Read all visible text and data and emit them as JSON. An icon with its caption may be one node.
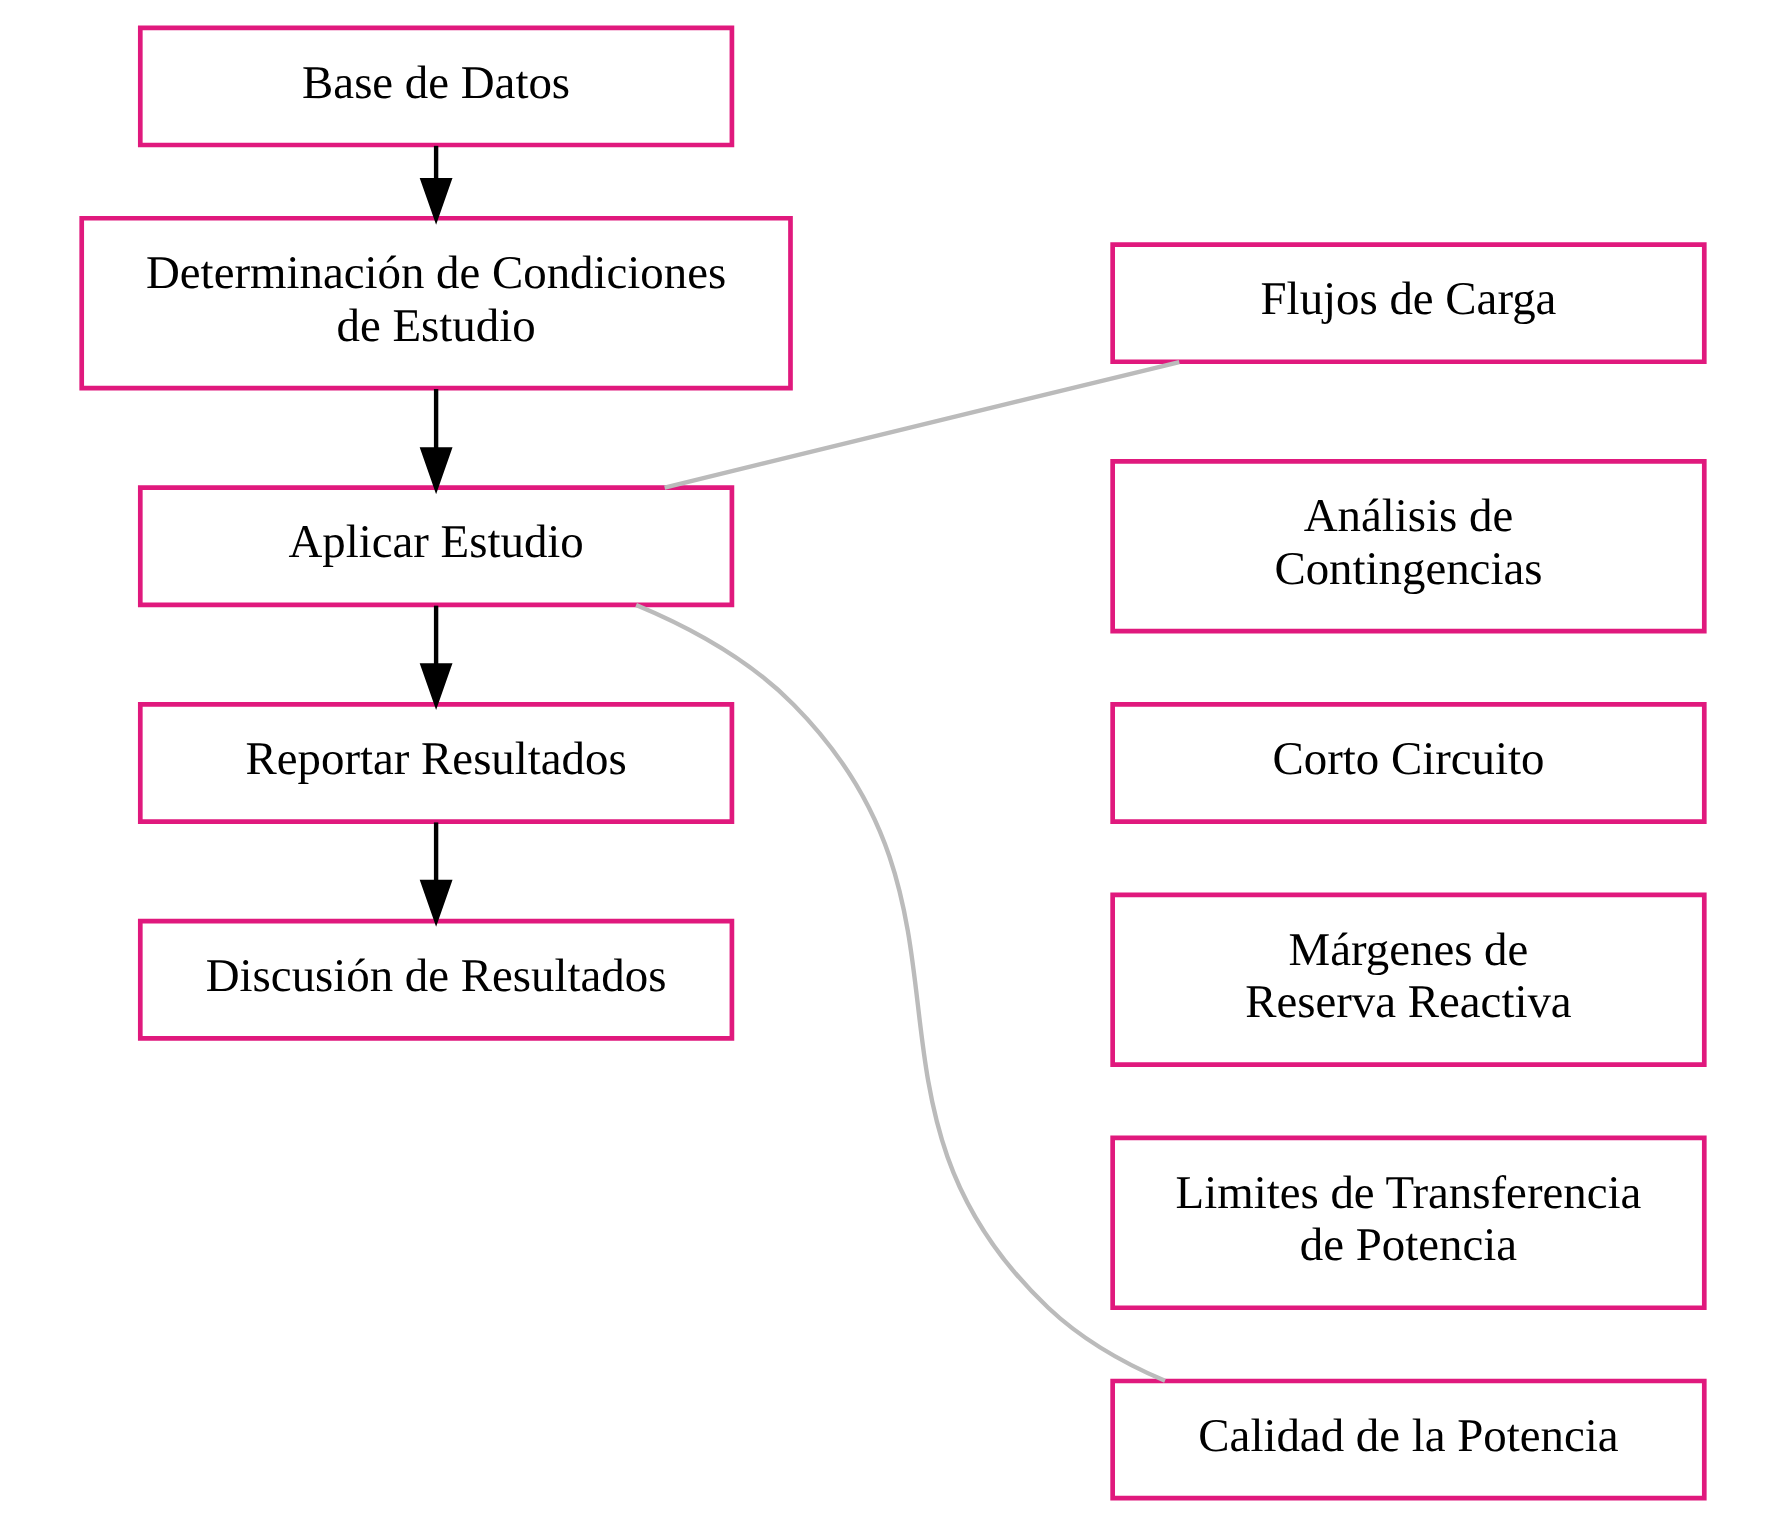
{
  "diagram": {
    "nodes": [
      {
        "text": [
          "Base de Datos"
        ]
      },
      {
        "text": [
          "Determinación de Condiciones de Estudio"
        ]
      },
      {
        "text": [
          "Aplicar Estudio"
        ]
      },
      {
        "text": [
          "Reportar Resultados"
        ]
      },
      {
        "text": [
          "Discusión de Resultados"
        ]
      },
      {
        "text": [
          "Flujos de Carga"
        ]
      },
      {
        "text": [
          "Análisis de Contingencias"
        ]
      },
      {
        "text": [
          "Corto Circuito"
        ]
      },
      {
        "text": [
          "Márgenes de Reserva Reactiva"
        ]
      },
      {
        "text": [
          "Limites de Transferencia de Potencia"
        ]
      },
      {
        "text": [
          "Calidad de la Potencia"
        ]
      }
    ],
    "edges": [
      {
        "from": 0,
        "to": 1,
        "arrow": "to"
      },
      {
        "from": 1,
        "to": 2,
        "arrow": "to"
      },
      {
        "from": 2,
        "to": 3,
        "arrow": "to"
      },
      {
        "from": 3,
        "to": 4,
        "arrow": "to"
      },
      {
        "from": 2,
        "to": 5,
        "arrow": "none",
        "color": "#bbbbbb"
      },
      {
        "from": 2,
        "to": 10,
        "arrow": "none",
        "color": "#bbbbbb"
      }
    ]
  }
}
